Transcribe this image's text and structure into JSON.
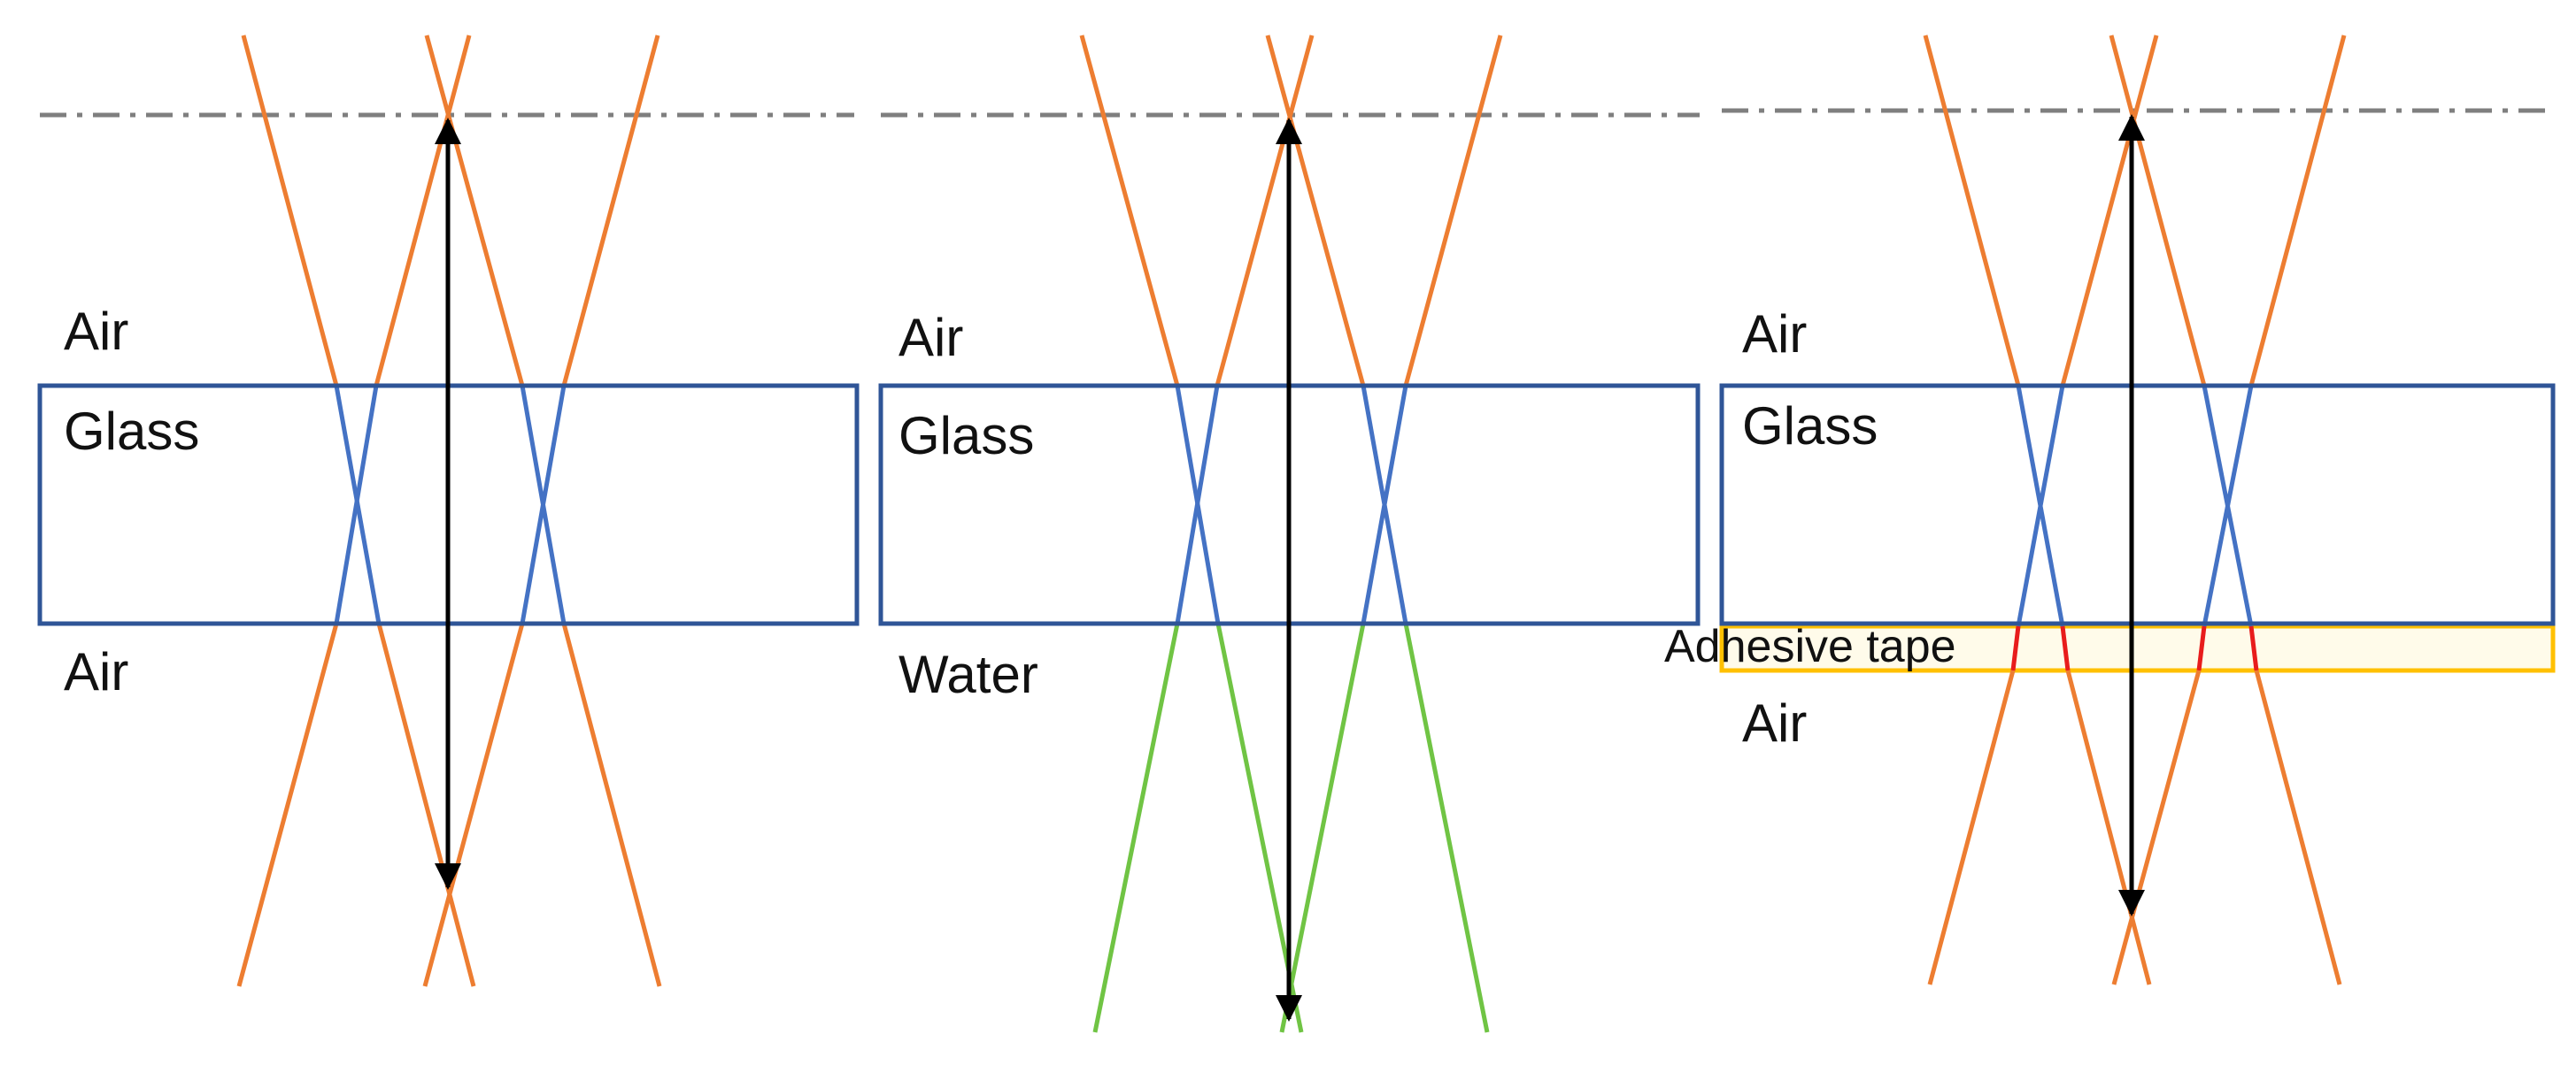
{
  "colors": {
    "ray_air": "#ED7D31",
    "ray_glass": "#4472C4",
    "ray_water": "#70C444",
    "ray_tape": "#E81C1C",
    "glass_border": "#2F5597",
    "tape_border": "#FFC000",
    "tape_fill": "#FFFBEA",
    "focus_line": "#7F7F7F",
    "arrow": "#000000"
  },
  "panels": [
    {
      "medium_above": "Air",
      "slab": "Glass",
      "medium_below": "Air"
    },
    {
      "medium_above": "Air",
      "slab": "Glass",
      "medium_below": "Water"
    },
    {
      "medium_above": "Air",
      "slab": "Glass",
      "tape": "Adhesive tape",
      "medium_below": "Air"
    }
  ]
}
